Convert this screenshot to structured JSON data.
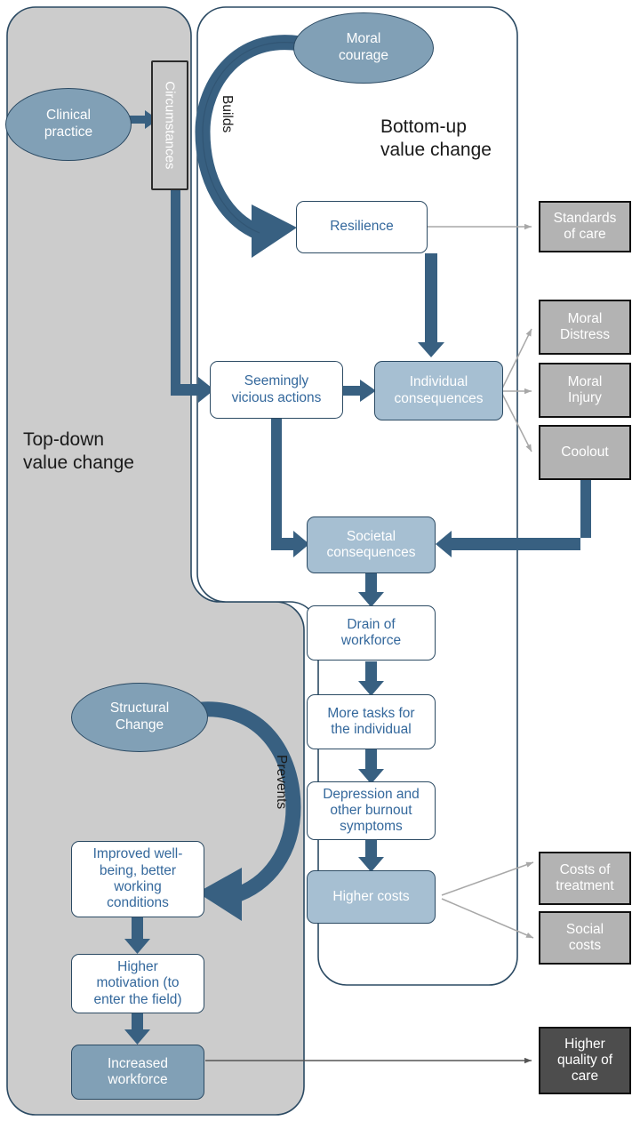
{
  "diagram": {
    "title_hidden": "",
    "panels": [
      {
        "id": "top-down",
        "label": "Top-down\nvalue change",
        "label_line1": "Top-down",
        "label_line2": "value change",
        "fill": "#cccccc"
      },
      {
        "id": "bottom-up",
        "label": "Bottom-up\nvalue change",
        "label_line1": "Bottom-up",
        "label_line2": "value change",
        "fill": "#ffffff"
      }
    ],
    "ellipses": [
      {
        "id": "clinical-practice",
        "line1": "Clinical",
        "line2": "practice"
      },
      {
        "id": "moral-courage",
        "line1": "Moral",
        "line2": "courage"
      },
      {
        "id": "structural-change",
        "line1": "Structural",
        "line2": "Change"
      }
    ],
    "tabs": [
      {
        "id": "circumstances",
        "label": "Circumstances"
      }
    ],
    "nodes": [
      {
        "id": "resilience",
        "label": "Resilience",
        "style": "white"
      },
      {
        "id": "seemingly-vicious",
        "line1": "Seemingly",
        "line2": "vicious actions",
        "style": "white"
      },
      {
        "id": "individual-consequences",
        "line1": "Individual",
        "line2": "consequences",
        "style": "blue"
      },
      {
        "id": "societal-consequences",
        "line1": "Societal",
        "line2": "consequences",
        "style": "blue"
      },
      {
        "id": "drain-of-workforce",
        "line1": "Drain of",
        "line2": "workforce",
        "style": "white"
      },
      {
        "id": "more-tasks",
        "line1": "More tasks for",
        "line2": "the individual",
        "style": "white"
      },
      {
        "id": "depression-burnout",
        "line1": "Depression and",
        "line2": "other burnout",
        "line3": "symptoms",
        "style": "white"
      },
      {
        "id": "higher-costs",
        "label": "Higher costs",
        "style": "blue"
      },
      {
        "id": "improved-wellbeing",
        "line1": "Improved well-",
        "line2": "being, better",
        "line3": "working",
        "line4": "conditions",
        "style": "white"
      },
      {
        "id": "higher-motivation",
        "line1": "Higher",
        "line2": "motivation (to",
        "line3": "enter the field)",
        "style": "white"
      },
      {
        "id": "increased-workforce",
        "line1": "Increased",
        "line2": "workforce",
        "style": "blue-dark"
      }
    ],
    "outcomes": [
      {
        "id": "standards-of-care",
        "line1": "Standards",
        "line2": "of care",
        "style": "grey"
      },
      {
        "id": "moral-distress",
        "line1": "Moral",
        "line2": "Distress",
        "style": "grey"
      },
      {
        "id": "moral-injury",
        "line1": "Moral",
        "line2": "Injury",
        "style": "grey"
      },
      {
        "id": "coolout",
        "line1": "Coolout",
        "line2": "",
        "style": "grey"
      },
      {
        "id": "costs-of-treatment",
        "line1": "Costs of",
        "line2": "treatment",
        "style": "grey"
      },
      {
        "id": "social-costs",
        "line1": "Social",
        "line2": "costs",
        "style": "grey"
      },
      {
        "id": "higher-quality-of-care",
        "line1": "Higher",
        "line2": "quality of",
        "line3": "care",
        "style": "grey-dark"
      }
    ],
    "curved_arrows": [
      {
        "id": "builds",
        "label": "Builds",
        "from": "moral-courage",
        "to": "resilience"
      },
      {
        "id": "prevents",
        "label": "Prevents",
        "from": "structural-change",
        "to": "improved-wellbeing"
      }
    ],
    "colors": {
      "panel_grey": "#cccccc",
      "arrow_blue": "#386081",
      "box_blue_fill": "#a6bfd2",
      "ellipse_fill": "#81a0b6",
      "outcome_grey": "#b3b3b3",
      "outcome_grey_dark": "#4d4d4d",
      "stroke_dark": "#2b4a63",
      "label_text": "#34689c",
      "thin_arrow_grey": "#a8a8a8"
    }
  }
}
